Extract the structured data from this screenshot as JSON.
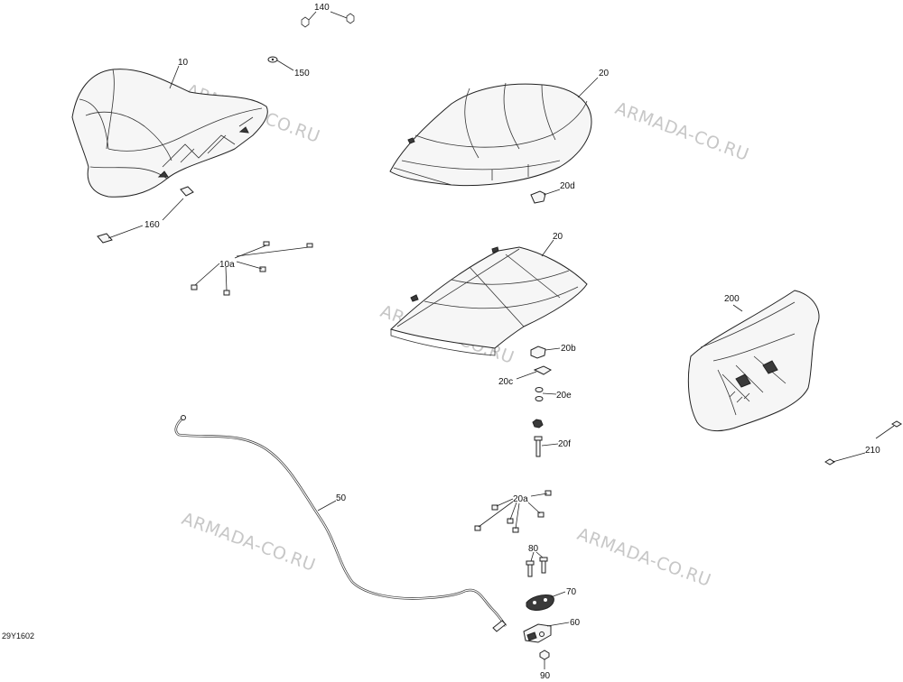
{
  "diagram_code": "29Y1602",
  "watermark": "ARMADA-CO.RU",
  "callouts": {
    "p140": "140",
    "p150": "150",
    "p10": "10",
    "p160": "160",
    "p10a": "10a",
    "p20_top": "20",
    "p20d": "20d",
    "p20_base": "20",
    "p20b": "20b",
    "p20c": "20c",
    "p20e": "20e",
    "p20f": "20f",
    "p200": "200",
    "p210": "210",
    "p50": "50",
    "p20a": "20a",
    "p80": "80",
    "p70": "70",
    "p60": "60",
    "p90": "90"
  }
}
